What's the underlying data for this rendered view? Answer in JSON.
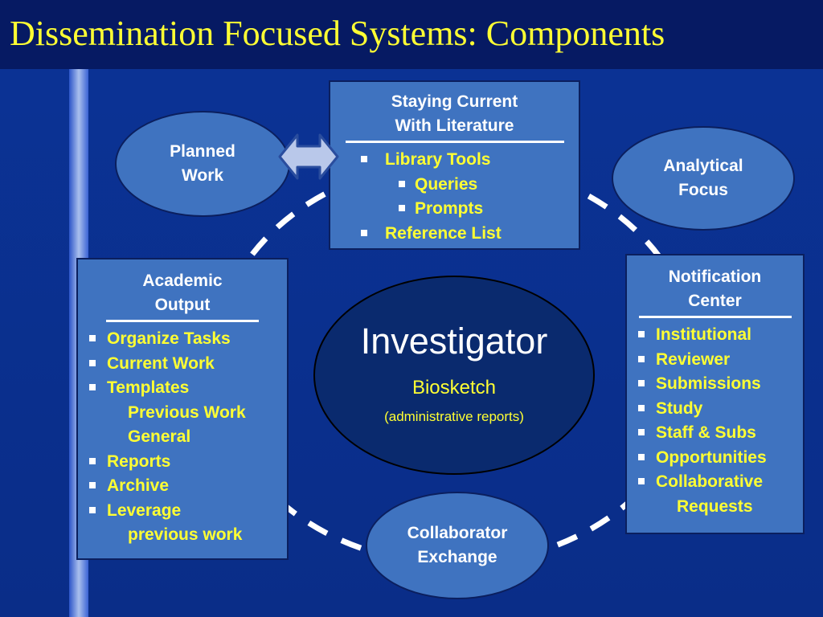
{
  "title": "Dissemination Focused Systems: Components",
  "colors": {
    "background": "#0b3396",
    "title_bar": "#061a63",
    "box_fill": "#3f73c0",
    "center_fill": "#0a2a6e",
    "heading_text": "#ffffff",
    "item_text": "#ffff33",
    "ring_stroke": "#ffffff"
  },
  "center": {
    "title": "Investigator",
    "subtitle": "Biosketch",
    "note": "(administrative reports)"
  },
  "ovals": {
    "planned": "Planned\nWork",
    "analytical": "Analytical\nFocus",
    "collaborator": "Collaborator\nExchange"
  },
  "staying": {
    "heading": [
      "Staying Current",
      "With Literature"
    ],
    "items": [
      "Library Tools",
      "Queries",
      "Prompts",
      "Reference List"
    ]
  },
  "academic": {
    "heading": [
      "Academic",
      "Output"
    ],
    "items": [
      "Organize Tasks",
      "Current Work",
      "Templates",
      "Previous Work",
      "General",
      "Reports",
      "Archive",
      "Leverage",
      "previous work"
    ]
  },
  "notification": {
    "heading": [
      "Notification",
      "Center"
    ],
    "items": [
      "Institutional",
      "Reviewer",
      "Submissions",
      "Study",
      "Staff & Subs",
      "Opportunities",
      "Collaborative",
      "Requests"
    ]
  },
  "icons": {
    "connector": "double-arrow-icon",
    "bullet": "square-bullet-icon"
  }
}
